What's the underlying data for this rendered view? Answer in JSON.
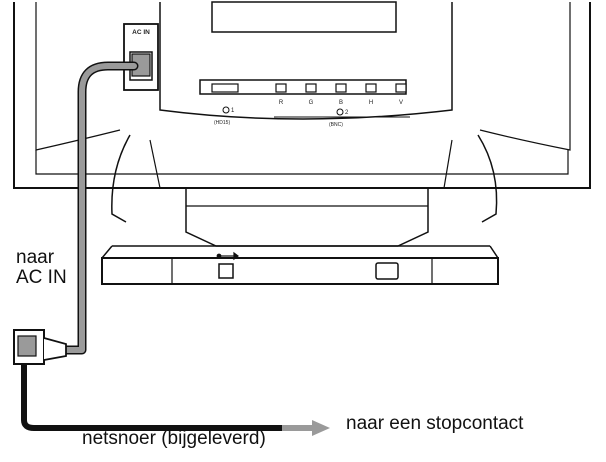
{
  "labels": {
    "to_ac_in_line1": "naar",
    "to_ac_in_line2": "AC IN",
    "to_outlet": "naar een stopcontact",
    "power_cord": "netsnoer (bijgeleverd)",
    "ac_in_port": "AC IN",
    "connector_letters": [
      "R",
      "G",
      "B",
      "H",
      "V"
    ],
    "input1_label": "(HD15)",
    "input2_label": "(BNC)",
    "input1_num": "1",
    "input2_num": "2"
  },
  "colors": {
    "line": "#111111",
    "cord_gray": "#9a9a9a",
    "cord_black": "#111111",
    "panel_fill": "#ffffff"
  }
}
